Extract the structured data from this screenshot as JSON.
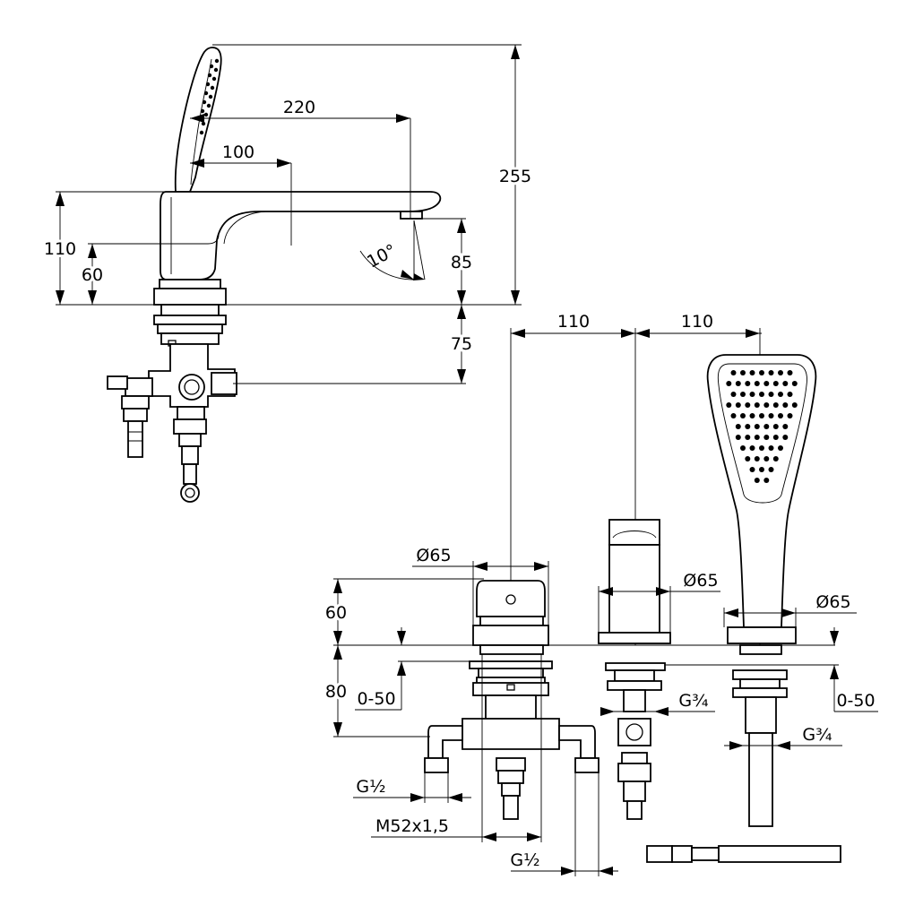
{
  "side_view": {
    "dim_220": "220",
    "dim_100": "100",
    "dim_255": "255",
    "dim_110": "110",
    "dim_60": "60",
    "dim_85": "85",
    "dim_75": "75",
    "angle_10": "10°"
  },
  "front_view": {
    "dim_110_left": "110",
    "dim_110_right": "110",
    "dia_mixer": "Ø65",
    "dia_spout": "Ø65",
    "dia_shower": "Ø65",
    "dim_60": "60",
    "dim_80": "80",
    "range_left": "0-50",
    "range_right": "0-50",
    "thread_spout": "G¾",
    "thread_shower": "G¾",
    "thread_left": "G½",
    "thread_mixer": "M52x1,5",
    "thread_bottom": "G½"
  }
}
